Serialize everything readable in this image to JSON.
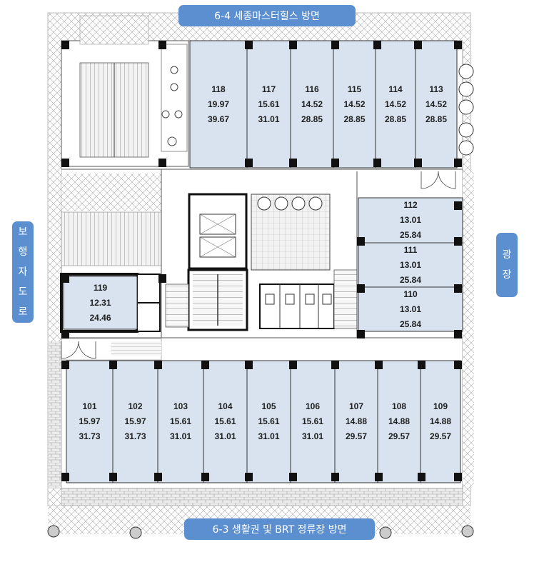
{
  "banners": {
    "top": "6-4 세종마스터힐스 방면",
    "bottom": "6-3 생활권 및 BRT 정류장 방면",
    "left": "보행자도로",
    "right": "광장"
  },
  "colors": {
    "unit_fill": "#d8e3ef",
    "banner": "#5b8fd0",
    "wall": "#111111",
    "hatch": "#9a9a9a"
  },
  "units": [
    {
      "no": "118",
      "area_a": "19.97",
      "area_b": "39.67"
    },
    {
      "no": "117",
      "area_a": "15.61",
      "area_b": "31.01"
    },
    {
      "no": "116",
      "area_a": "14.52",
      "area_b": "28.85"
    },
    {
      "no": "115",
      "area_a": "14.52",
      "area_b": "28.85"
    },
    {
      "no": "114",
      "area_a": "14.52",
      "area_b": "28.85"
    },
    {
      "no": "113",
      "area_a": "14.52",
      "area_b": "28.85"
    },
    {
      "no": "112",
      "area_a": "13.01",
      "area_b": "25.84"
    },
    {
      "no": "111",
      "area_a": "13.01",
      "area_b": "25.84"
    },
    {
      "no": "110",
      "area_a": "13.01",
      "area_b": "25.84"
    },
    {
      "no": "119",
      "area_a": "12.31",
      "area_b": "24.46"
    },
    {
      "no": "101",
      "area_a": "15.97",
      "area_b": "31.73"
    },
    {
      "no": "102",
      "area_a": "15.97",
      "area_b": "31.73"
    },
    {
      "no": "103",
      "area_a": "15.61",
      "area_b": "31.01"
    },
    {
      "no": "104",
      "area_a": "15.61",
      "area_b": "31.01"
    },
    {
      "no": "105",
      "area_a": "15.61",
      "area_b": "31.01"
    },
    {
      "no": "106",
      "area_a": "15.61",
      "area_b": "31.01"
    },
    {
      "no": "107",
      "area_a": "14.88",
      "area_b": "29.57"
    },
    {
      "no": "108",
      "area_a": "14.88",
      "area_b": "29.57"
    },
    {
      "no": "109",
      "area_a": "14.88",
      "area_b": "29.57"
    }
  ]
}
